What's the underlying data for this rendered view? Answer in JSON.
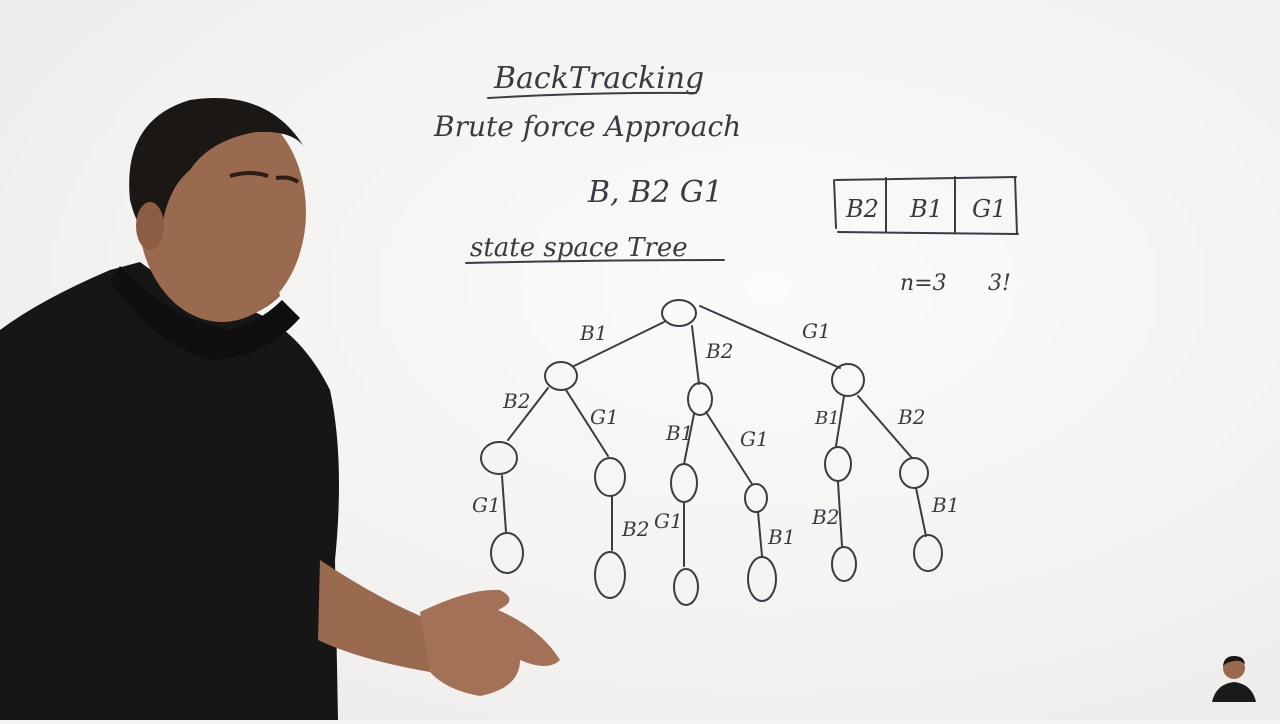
{
  "whiteboard": {
    "title": "BackTracking",
    "subtitle": "Brute force Approach",
    "items": "B, B2 G1",
    "section_heading": "state space Tree",
    "arrangement_boxes": [
      "B2",
      "B1",
      "G1"
    ],
    "n_label": "n=3",
    "factorial_label": "3!"
  },
  "tree": {
    "edges": {
      "root_left": "B1",
      "root_mid": "B2",
      "root_right": "G1",
      "l_left": "B2",
      "l_right": "G1",
      "m_left": "B1",
      "m_right": "G1",
      "r_left": "B1",
      "r_right": "B2",
      "ll_down": "G1",
      "lr_down": "B2",
      "ml_down": "G1",
      "mr_down": "B1",
      "rl_down": "B2",
      "rr_down": "B1"
    }
  },
  "colors": {
    "ink": "#3b3b46",
    "board": "#f4f3f1",
    "shirt": "#161616",
    "skin": "#9a6a4e"
  }
}
